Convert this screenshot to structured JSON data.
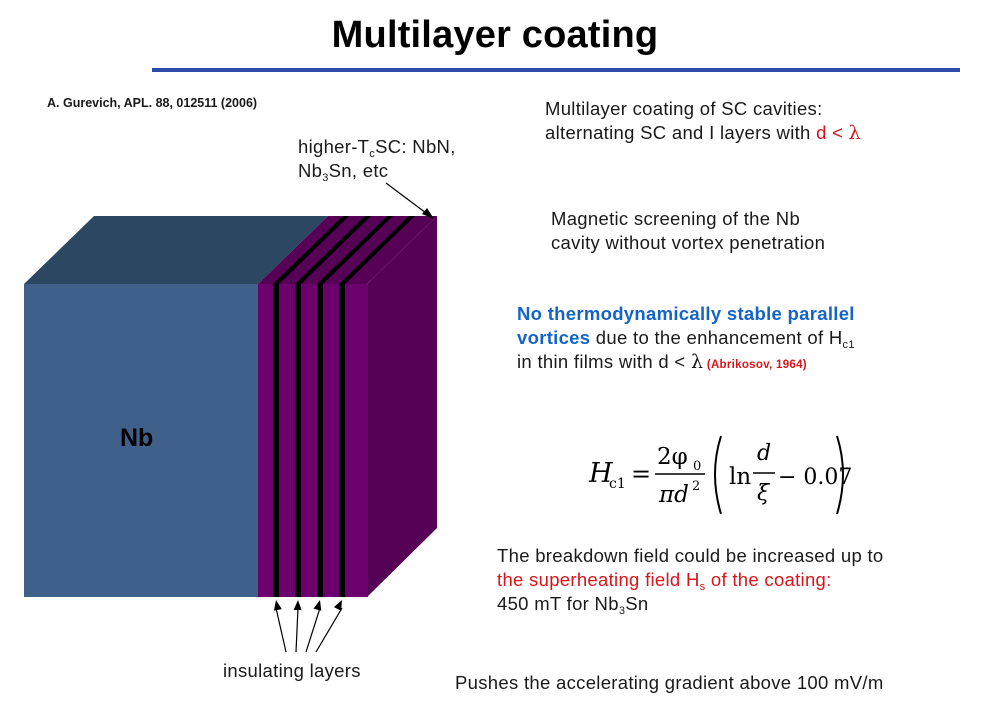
{
  "slide": {
    "title": "Multilayer coating",
    "citation": "A. Gurevich,  APL. 88, 012511 (2006)",
    "colors": {
      "title_rule": "#2e4cab",
      "nb_front": "#3f608a",
      "nb_top": "#2c4762",
      "coating_front": "#6c006c",
      "coating_side": "#560056",
      "insulator": "#000000",
      "accent_red": "#d9141a",
      "accent_blue": "#1463c9"
    }
  },
  "diagram": {
    "nb_label": "Nb",
    "coating_label": {
      "line1_pre": "higher-T",
      "line1_sub": "c",
      "line1_post": "SC: NbN,",
      "line2_pre": "Nb",
      "line2_sub": "3",
      "line2_post": "Sn, etc"
    },
    "insulating_label": "insulating layers",
    "insulating_layer_count": 4
  },
  "text": {
    "block1": {
      "line1": "Multilayer coating of SC cavities:",
      "line2_pre": "alternating SC and I layers with ",
      "line2_red": "d < ",
      "lambda": "λ"
    },
    "block2": {
      "line1": "Magnetic screening of the Nb",
      "line2": "cavity without vortex penetration"
    },
    "block3": {
      "line1_blue": "No thermodynamically stable parallel",
      "line2_blue": "vortices",
      "line2_post": " due to the enhancement of H",
      "line2_sub": "c1",
      "line3_pre": "in thin films with d < ",
      "lambda": "λ",
      "line3_ref": " (Abrikosov, 1964)"
    },
    "formula": {
      "lhs": "H",
      "lhs_sub": "c1",
      "num": "2φ",
      "num_sub": "0",
      "den": "πd",
      "den_sup": "2",
      "ln": "ln",
      "frac_num": "d",
      "frac_den": "ξ",
      "minus_const": "− 0.07"
    },
    "block4": {
      "line1": "The breakdown field could be increased up to",
      "line2_red_pre": "the superheating field H",
      "line2_red_sub": "s",
      "line2_red_post": " of the coating:",
      "line3_pre": "450 mT for Nb",
      "line3_sub": "3",
      "line3_post": "Sn"
    },
    "block5": "Pushes the accelerating gradient above 100 mV/m"
  }
}
